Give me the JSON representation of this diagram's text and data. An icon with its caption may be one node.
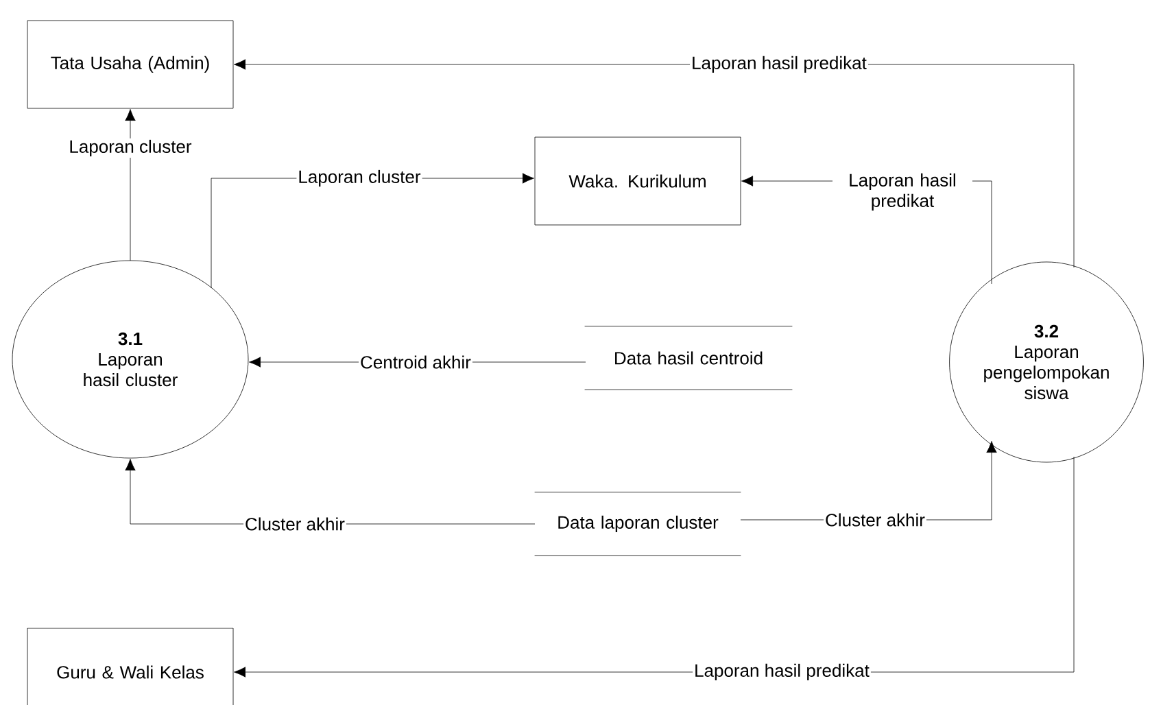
{
  "diagram": {
    "nodes": [
      {
        "text": [
          "Tata Usaha (Admin)"
        ]
      },
      {
        "text": [
          "Waka. Kurikulum"
        ]
      },
      {
        "text": [
          "3.1",
          "Laporan hasil cluster"
        ]
      },
      {
        "text": [
          "Data hasil centroid"
        ]
      },
      {
        "text": [
          "3.2",
          "Laporan pengelompokan siswa"
        ]
      },
      {
        "text": [
          "Data laporan cluster"
        ]
      },
      {
        "text": [
          "Guru & Wali Kelas"
        ]
      }
    ],
    "edges": [
      {
        "from": 4,
        "to": 0,
        "arrow": "to",
        "label": "Laporan hasil predikat"
      },
      {
        "from": 2,
        "to": 0,
        "arrow": "to",
        "label": "Laporan cluster"
      },
      {
        "from": 2,
        "to": 1,
        "arrow": "to",
        "label": "Laporan cluster"
      },
      {
        "from": 4,
        "to": 1,
        "arrow": "to",
        "label": "Laporan hasil predikat"
      },
      {
        "from": 3,
        "to": 2,
        "arrow": "to",
        "label": "Centroid akhir"
      },
      {
        "from": 5,
        "to": 2,
        "arrow": "to",
        "label": "Cluster akhir"
      },
      {
        "from": 5,
        "to": 4,
        "arrow": "to",
        "label": "Cluster akhir"
      },
      {
        "from": 4,
        "to": 6,
        "arrow": "to",
        "label": "Laporan hasil predikat"
      }
    ]
  }
}
